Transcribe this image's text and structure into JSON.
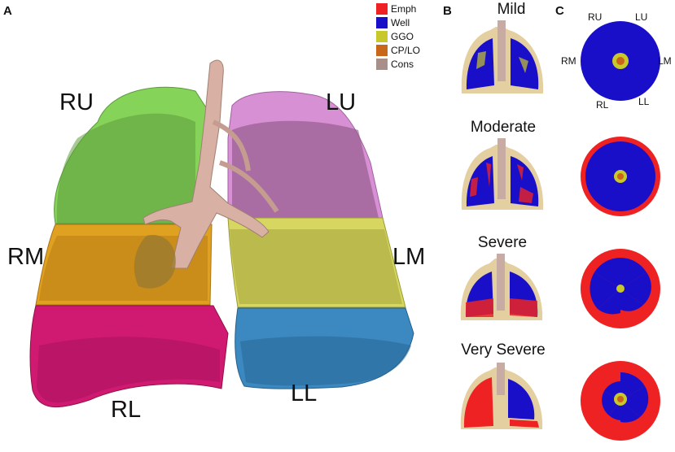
{
  "panels": {
    "a": "A",
    "b": "B",
    "c": "C"
  },
  "legend": [
    {
      "label": "Emph",
      "color": "#ee2222"
    },
    {
      "label": "Well",
      "color": "#1a0fc8"
    },
    {
      "label": "GGO",
      "color": "#c8c82a"
    },
    {
      "label": "CP/LO",
      "color": "#c8661a"
    },
    {
      "label": "Cons",
      "color": "#a8908a"
    }
  ],
  "regions": {
    "ru": "RU",
    "lu": "LU",
    "rm": "RM",
    "lm": "LM",
    "rl": "RL",
    "ll": "LL"
  },
  "region_colors": {
    "ru": "#86d35a",
    "lu": "#d890d4",
    "rm": "#e0a020",
    "lm": "#d6d660",
    "rl": "#d01a72",
    "ll": "#3c88c0",
    "airway": "#d8b0a4"
  },
  "severity": [
    "Mild",
    "Moderate",
    "Severe",
    "Very Severe"
  ],
  "pie_labels": {
    "ru": "RU",
    "lu": "LU",
    "rm": "RM",
    "lm": "LM",
    "rl": "RL",
    "ll": "LL"
  }
}
